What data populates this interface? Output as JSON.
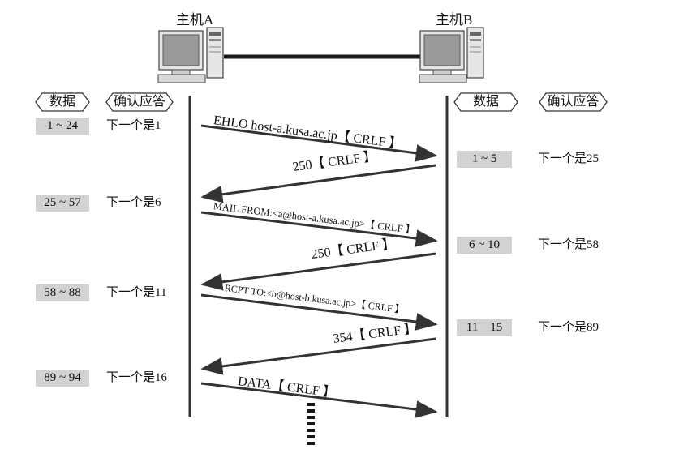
{
  "hosts": {
    "a": "主机A",
    "b": "主机B"
  },
  "headers": {
    "a_data": "数据",
    "a_ack": "确认应答",
    "b_data": "数据",
    "b_ack": "确认应答"
  },
  "host_a_rows": [
    {
      "data": "1 ~ 24",
      "ack": "下一个是1"
    },
    {
      "data": "25 ~ 57",
      "ack": "下一个是6"
    },
    {
      "data": "58 ~ 88",
      "ack": "下一个是11"
    },
    {
      "data": "89 ~ 94",
      "ack": "下一个是16"
    }
  ],
  "host_b_rows": [
    {
      "data": "1 ~ 5",
      "ack": "下一个是25"
    },
    {
      "data": "6 ~ 10",
      "ack": "下一个是58"
    },
    {
      "data": "11    15",
      "ack": "下一个是89"
    }
  ],
  "messages": [
    "EHLO host-a.kusa.ac.jp【 CRLF 】",
    "250【 CRLF 】",
    "MAIL FROM:<a@host-a.kusa.ac.jp>【 CRLF 】",
    "250【 CRLF 】",
    "RCPT TO:<b@host-b.kusa.ac.jp>【 CRLF 】",
    "354【 CRLF 】",
    "DATA【 CRLF 】"
  ]
}
